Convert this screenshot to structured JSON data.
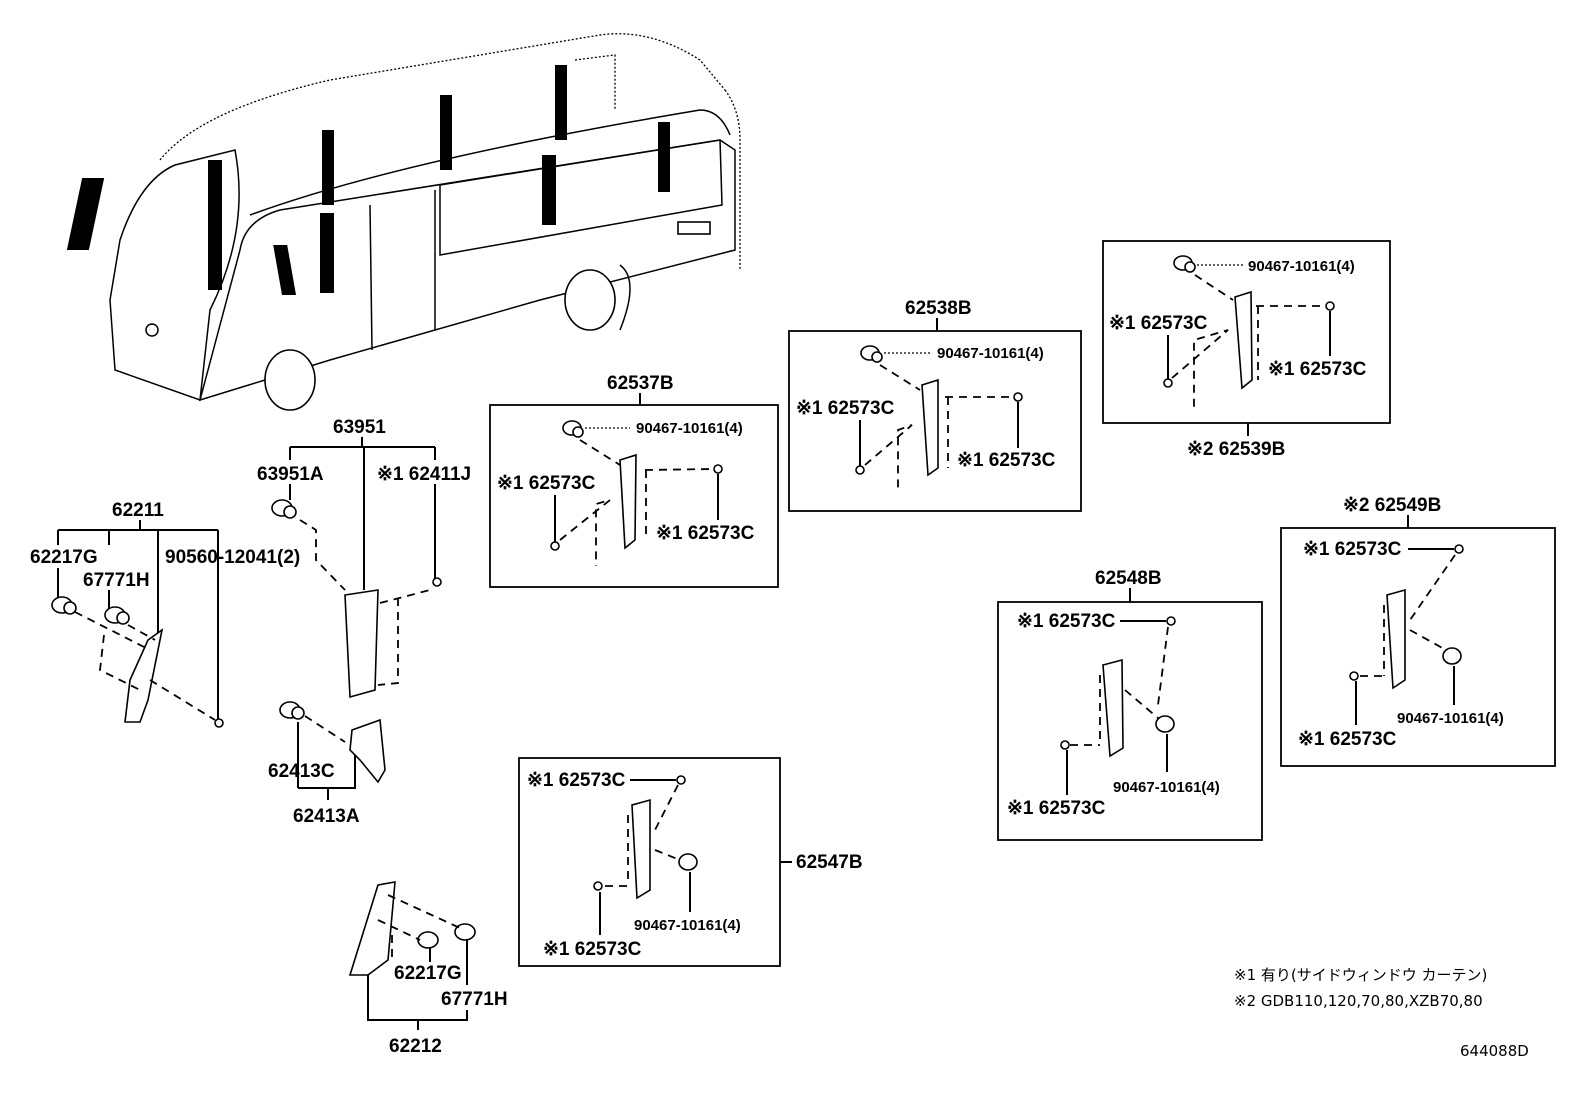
{
  "diagram_id": "644088D",
  "notes": [
    "※1 有り(サイドウィンドウ カーテン)",
    "※2 GDB110,120,70,80,XZB70,80"
  ],
  "groups": {
    "front_pillar": {
      "assembly": "62211",
      "parts": [
        "62217G",
        "67771H",
        "90560-12041(2)"
      ]
    },
    "center_pillar": {
      "assembly": "63951",
      "parts": [
        "63951A",
        "※1 62411J"
      ]
    },
    "lower_pillar": {
      "assembly": "62413A",
      "parts": [
        "62413C"
      ]
    },
    "rear_lower": {
      "assembly": "62212",
      "parts": [
        "62217G",
        "67771H"
      ]
    },
    "box_62537B": {
      "assembly": "62537B",
      "parts": [
        "90467-10161(4)",
        "※1 62573C",
        "※1 62573C"
      ]
    },
    "box_62538B": {
      "assembly": "62538B",
      "parts": [
        "90467-10161(4)",
        "※1 62573C",
        "※1 62573C"
      ]
    },
    "box_62539B": {
      "assembly": "※2 62539B",
      "parts": [
        "90467-10161(4)",
        "※1 62573C",
        "※1 62573C"
      ]
    },
    "box_62547B": {
      "assembly": "62547B",
      "parts": [
        "※1 62573C",
        "90467-10161(4)",
        "※1 62573C"
      ]
    },
    "box_62548B": {
      "assembly": "62548B",
      "parts": [
        "※1 62573C",
        "90467-10161(4)",
        "※1 62573C"
      ]
    },
    "box_62549B": {
      "assembly": "※2 62549B",
      "parts": [
        "※1 62573C",
        "90467-10161(4)",
        "※1 62573C"
      ]
    }
  }
}
